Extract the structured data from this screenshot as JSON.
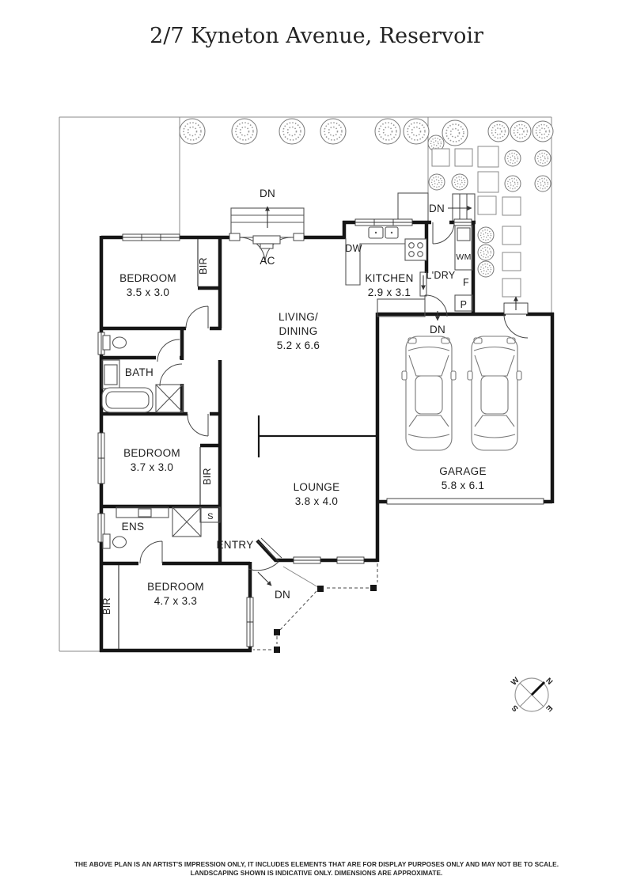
{
  "title": "2/7 Kyneton Avenue, Reservoir",
  "rooms": {
    "bedroom1": {
      "name": "BEDROOM",
      "dims": "3.5 x 3.0"
    },
    "bedroom2": {
      "name": "BEDROOM",
      "dims": "3.7 x 3.0"
    },
    "bedroom3": {
      "name": "BEDROOM",
      "dims": "4.7 x 3.3"
    },
    "living": {
      "name1": "LIVING/",
      "name2": "DINING",
      "dims": "5.2 x 6.6"
    },
    "lounge": {
      "name": "LOUNGE",
      "dims": "3.8 x 4.0"
    },
    "kitchen": {
      "name": "KITCHEN",
      "dims": "2.9 x 3.1"
    },
    "garage": {
      "name": "GARAGE",
      "dims": "5.8 x 6.1"
    },
    "bath": {
      "name": "BATH"
    },
    "ens": {
      "name": "ENS"
    },
    "laundry": {
      "name": "L'DRY"
    },
    "entry": {
      "name": "ENTRY"
    }
  },
  "labels": {
    "ac": "AC",
    "dw": "DW",
    "wm": "WM",
    "fridge": "F",
    "pantry": "P",
    "storage": "S",
    "bir1": "BIR",
    "bir2": "BIR",
    "bir3": "BIR",
    "dn_deck": "DN",
    "dn_laundry": "DN",
    "dn_garage": "DN",
    "dn_entry": "DN"
  },
  "compass": {
    "n": "N",
    "s": "S",
    "e": "E",
    "w": "W"
  },
  "disclaimer": {
    "line1": "THE ABOVE PLAN IS AN ARTIST'S IMPRESSION ONLY, IT INCLUDES ELEMENTS THAT ARE FOR DISPLAY PURPOSES ONLY AND MAY NOT BE TO SCALE.",
    "line2": "LANDSCAPING SHOWN IS INDICATIVE ONLY. DIMENSIONS ARE APPROXIMATE."
  }
}
